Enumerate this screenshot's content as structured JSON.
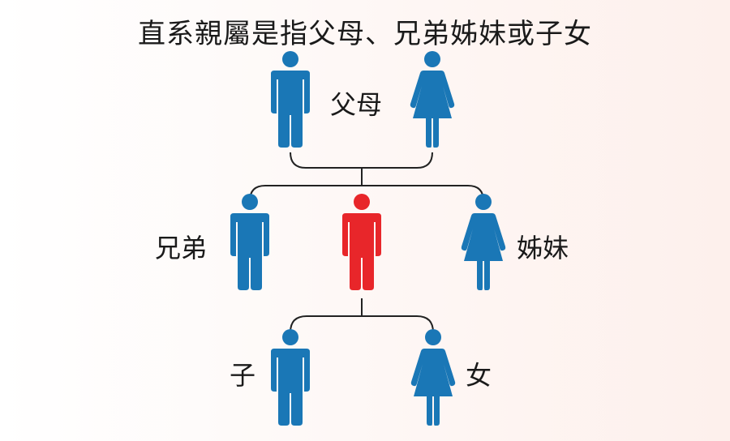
{
  "title": "直系親屬是指父母、兄弟姊妹或子女",
  "labels": {
    "parents": "父母",
    "brothers": "兄弟",
    "sisters": "姊妹",
    "son": "子",
    "daughter": "女"
  },
  "colors": {
    "relative": "#1a77b6",
    "self": "#e8262a",
    "connector": "#222222"
  },
  "icons": {
    "male": "male-person-icon",
    "female": "female-person-icon"
  }
}
